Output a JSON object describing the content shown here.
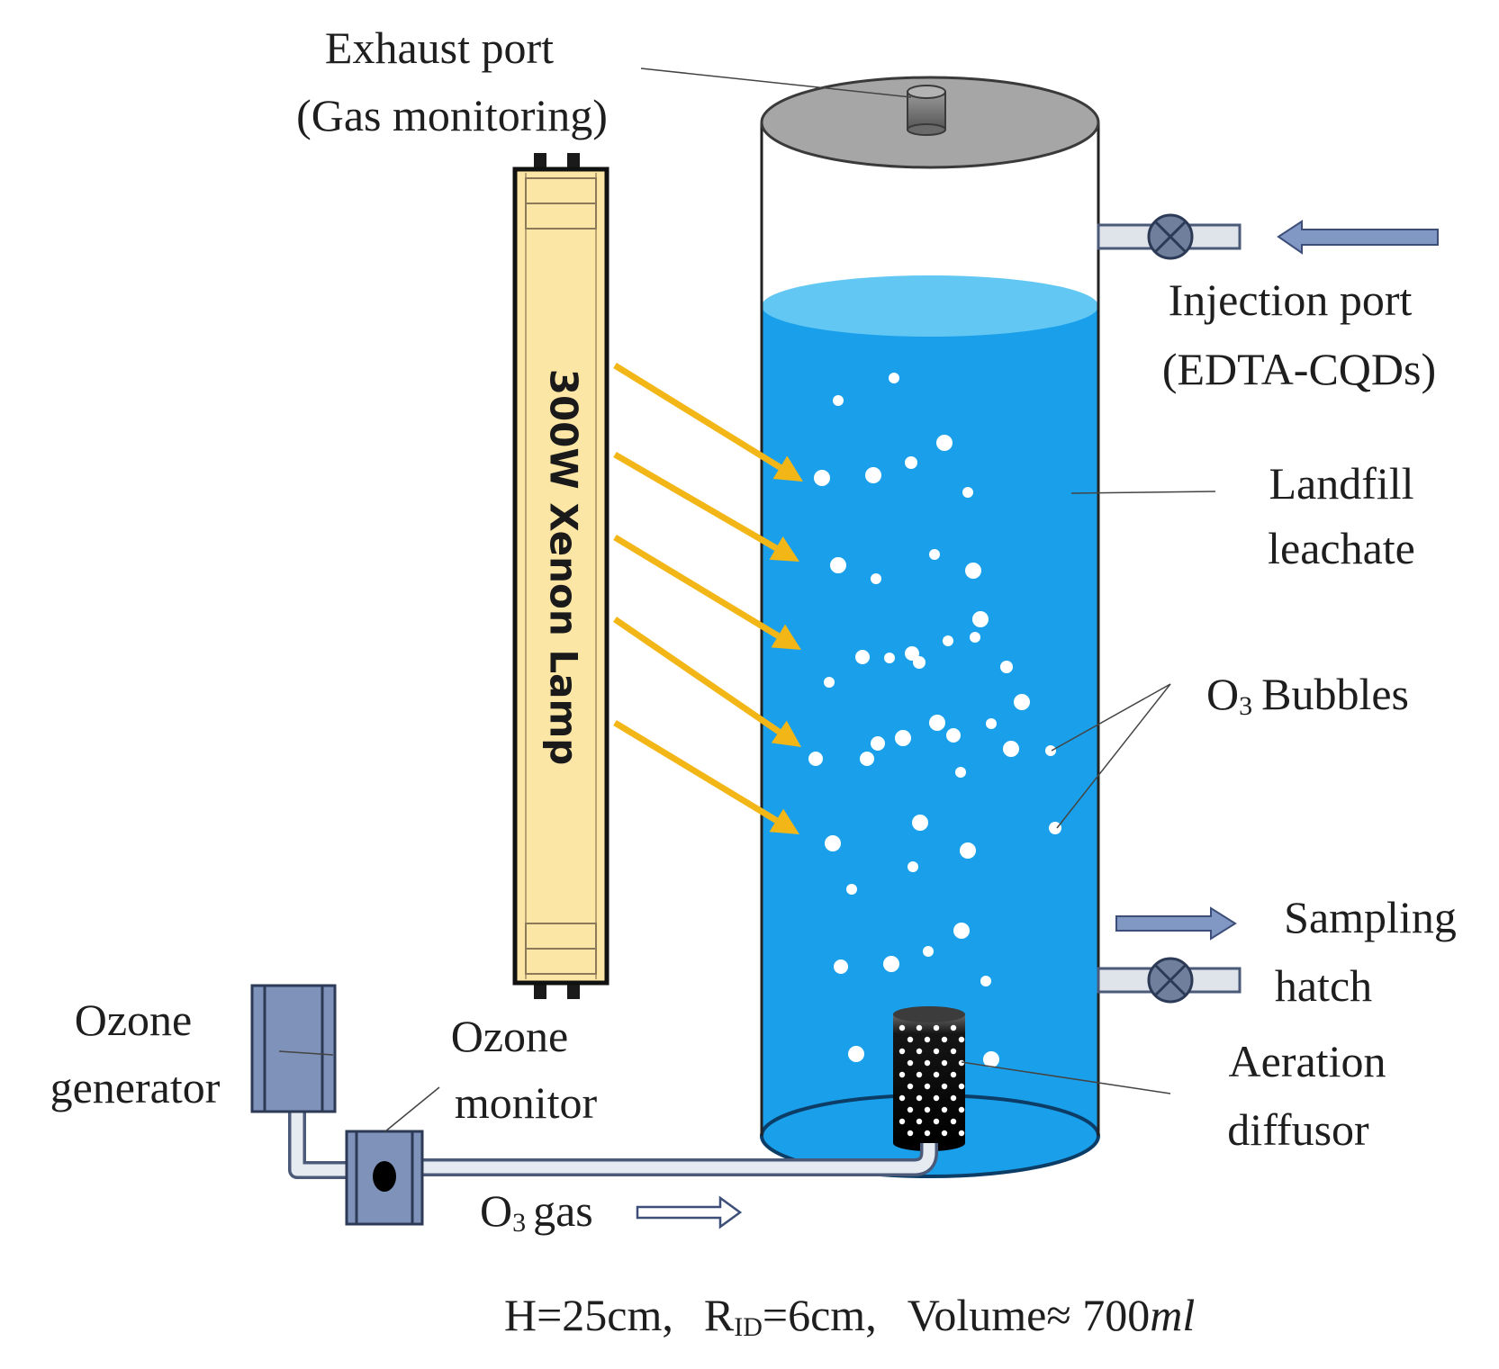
{
  "labels": {
    "exhaust_line1": "Exhaust port",
    "exhaust_line2": "(Gas monitoring)",
    "injection_line1": "Injection port",
    "injection_line2": "(EDTA-CQDs)",
    "leachate_line1": "Landfill",
    "leachate_line2": "leachate",
    "bubbles_o": "O",
    "bubbles_sub": "3",
    "bubbles_rest": "Bubbles",
    "sampling_line1": "Sampling",
    "sampling_line2": "hatch",
    "diffusor_line1": "Aeration",
    "diffusor_line2": "diffusor",
    "generator_line1": "Ozone",
    "generator_line2": "generator",
    "monitor_line1": "Ozone",
    "monitor_line2": "monitor",
    "gas_o": "O",
    "gas_sub": "3",
    "gas_rest": "gas",
    "lamp": "300W Xenon Lamp",
    "dims_h": "H=25cm,",
    "dims_r": "R",
    "dims_r_sub": "ID",
    "dims_r_val": "=6cm,",
    "dims_volume": "Volume≈ 700",
    "dims_unit": "ml"
  },
  "colors": {
    "liquid": "#1aa0ea",
    "liquid_surface": "#62c7f3",
    "lid": "#a6a6a6",
    "lamp_body": "#fbe6a6",
    "light_ray": "#f2b617",
    "equipment": "#7f92ba",
    "arrow_fill": "#8197c4",
    "valve": "#6f7f9c"
  },
  "icons": [
    "valve-icon",
    "light-ray-arrow",
    "flow-arrow"
  ]
}
